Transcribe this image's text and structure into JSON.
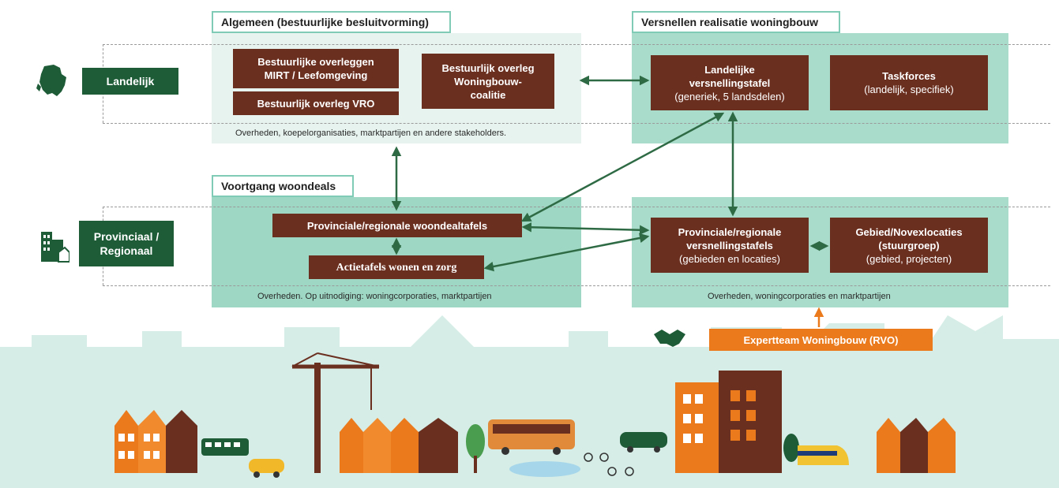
{
  "sections": {
    "general_title": "Algemeen (bestuurlijke besluitvorming)",
    "acceleration_title": "Versnellen realisatie woningbouw",
    "progress_title": "Voortgang woondeals"
  },
  "levels": {
    "national": "Landelijk",
    "provincial_line1": "Provinciaal /",
    "provincial_line2": "Regionaal"
  },
  "boxes": {
    "mirt_line1": "Bestuurlijke overleggen",
    "mirt_line2": "MIRT / Leefomgeving",
    "vro": "Bestuurlijk overleg VRO",
    "coalition_line1": "Bestuurlijk overleg",
    "coalition_line2": "Woningbouw-",
    "coalition_line3": "coalitie",
    "national_table_line1": "Landelijke",
    "national_table_line2": "versnellingstafel",
    "national_table_line3": "(generiek, 5 landsdelen)",
    "taskforces_line1": "Taskforces",
    "taskforces_line2": "(landelijk, specifiek)",
    "woondeal_tables": "Provinciale/regionale woondealtafels",
    "action_tables": "Actietafels wonen en zorg",
    "regional_accel_line1": "Provinciale/regionale",
    "regional_accel_line2": "versnellingstafels",
    "regional_accel_line3": "(gebieden en locaties)",
    "area_line1": "Gebied/Novexlocaties",
    "area_line2": "(stuurgroep)",
    "area_line3": "(gebied, projecten)",
    "expert_team": "Expertteam Woningbouw (RVO)"
  },
  "captions": {
    "general": "Overheden, koepelorganisaties, marktpartijen en andere stakeholders.",
    "progress": "Overheden. Op uitnodiging: woningcorporaties, marktpartijen",
    "acceleration": "Overheden, woningcorporaties en marktpartijen"
  },
  "colors": {
    "brown": "#6b2f20",
    "dark_green": "#1e5c38",
    "arrow_green": "#2e6b45",
    "orange": "#ea7a1c",
    "panel_light": "#e6f3ef",
    "panel_mid": "#a9dccb",
    "skyline": "#d5ede6"
  },
  "icons": {
    "national": "netherlands-map-icon",
    "provincial": "buildings-icon",
    "handshake": "handshake-icon"
  }
}
